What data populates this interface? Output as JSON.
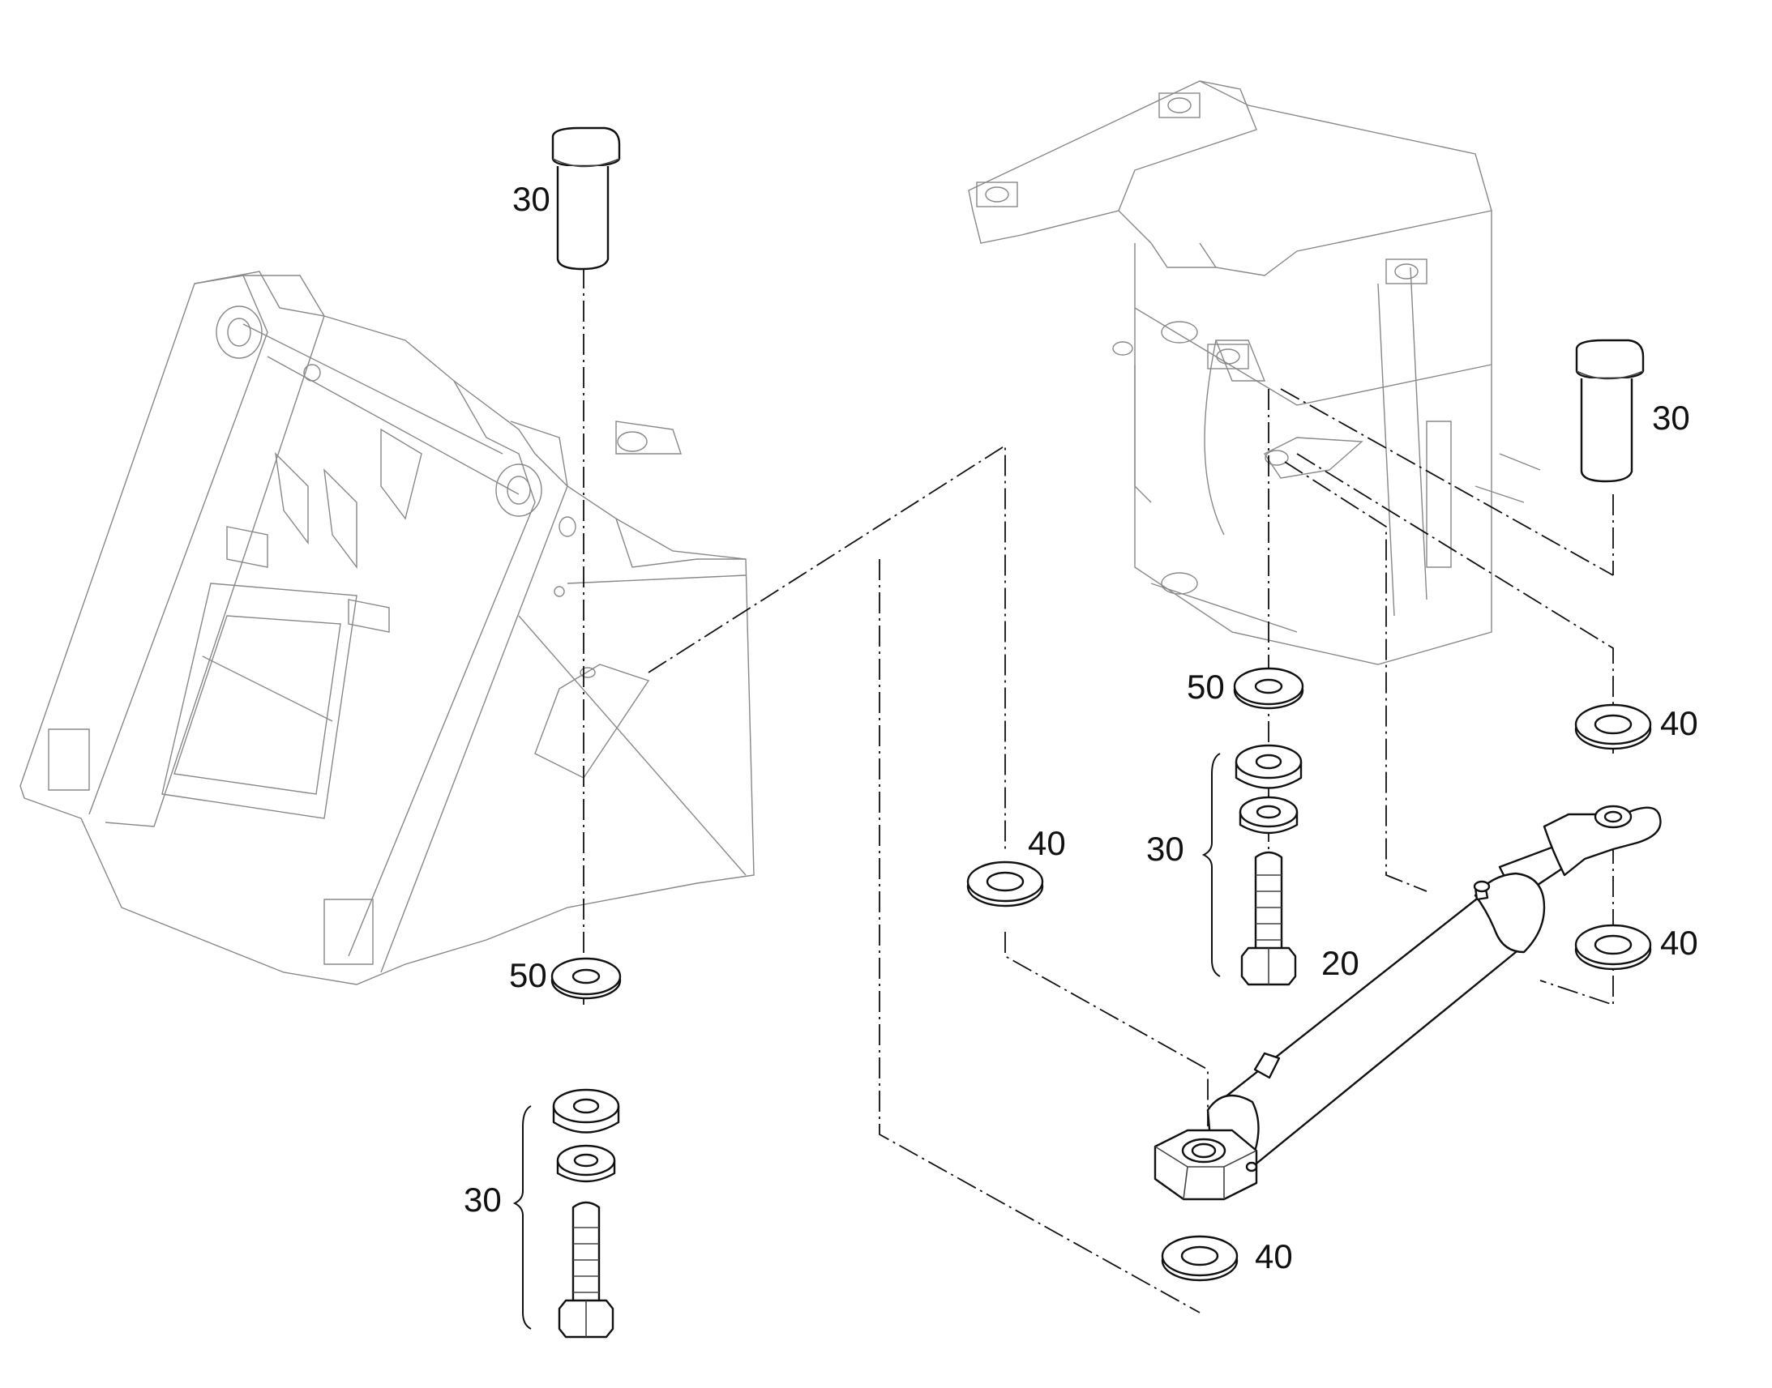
{
  "callouts": {
    "left_pin": "30",
    "left_washer_50": "50",
    "left_bolt_set": "30",
    "right_pin": "30",
    "right_washer_50": "50",
    "right_bolt_set": "30",
    "right_bolt_20": "20",
    "washer_40_a": "40",
    "washer_40_b": "40",
    "washer_40_c": "40",
    "washer_40_d": "40"
  }
}
